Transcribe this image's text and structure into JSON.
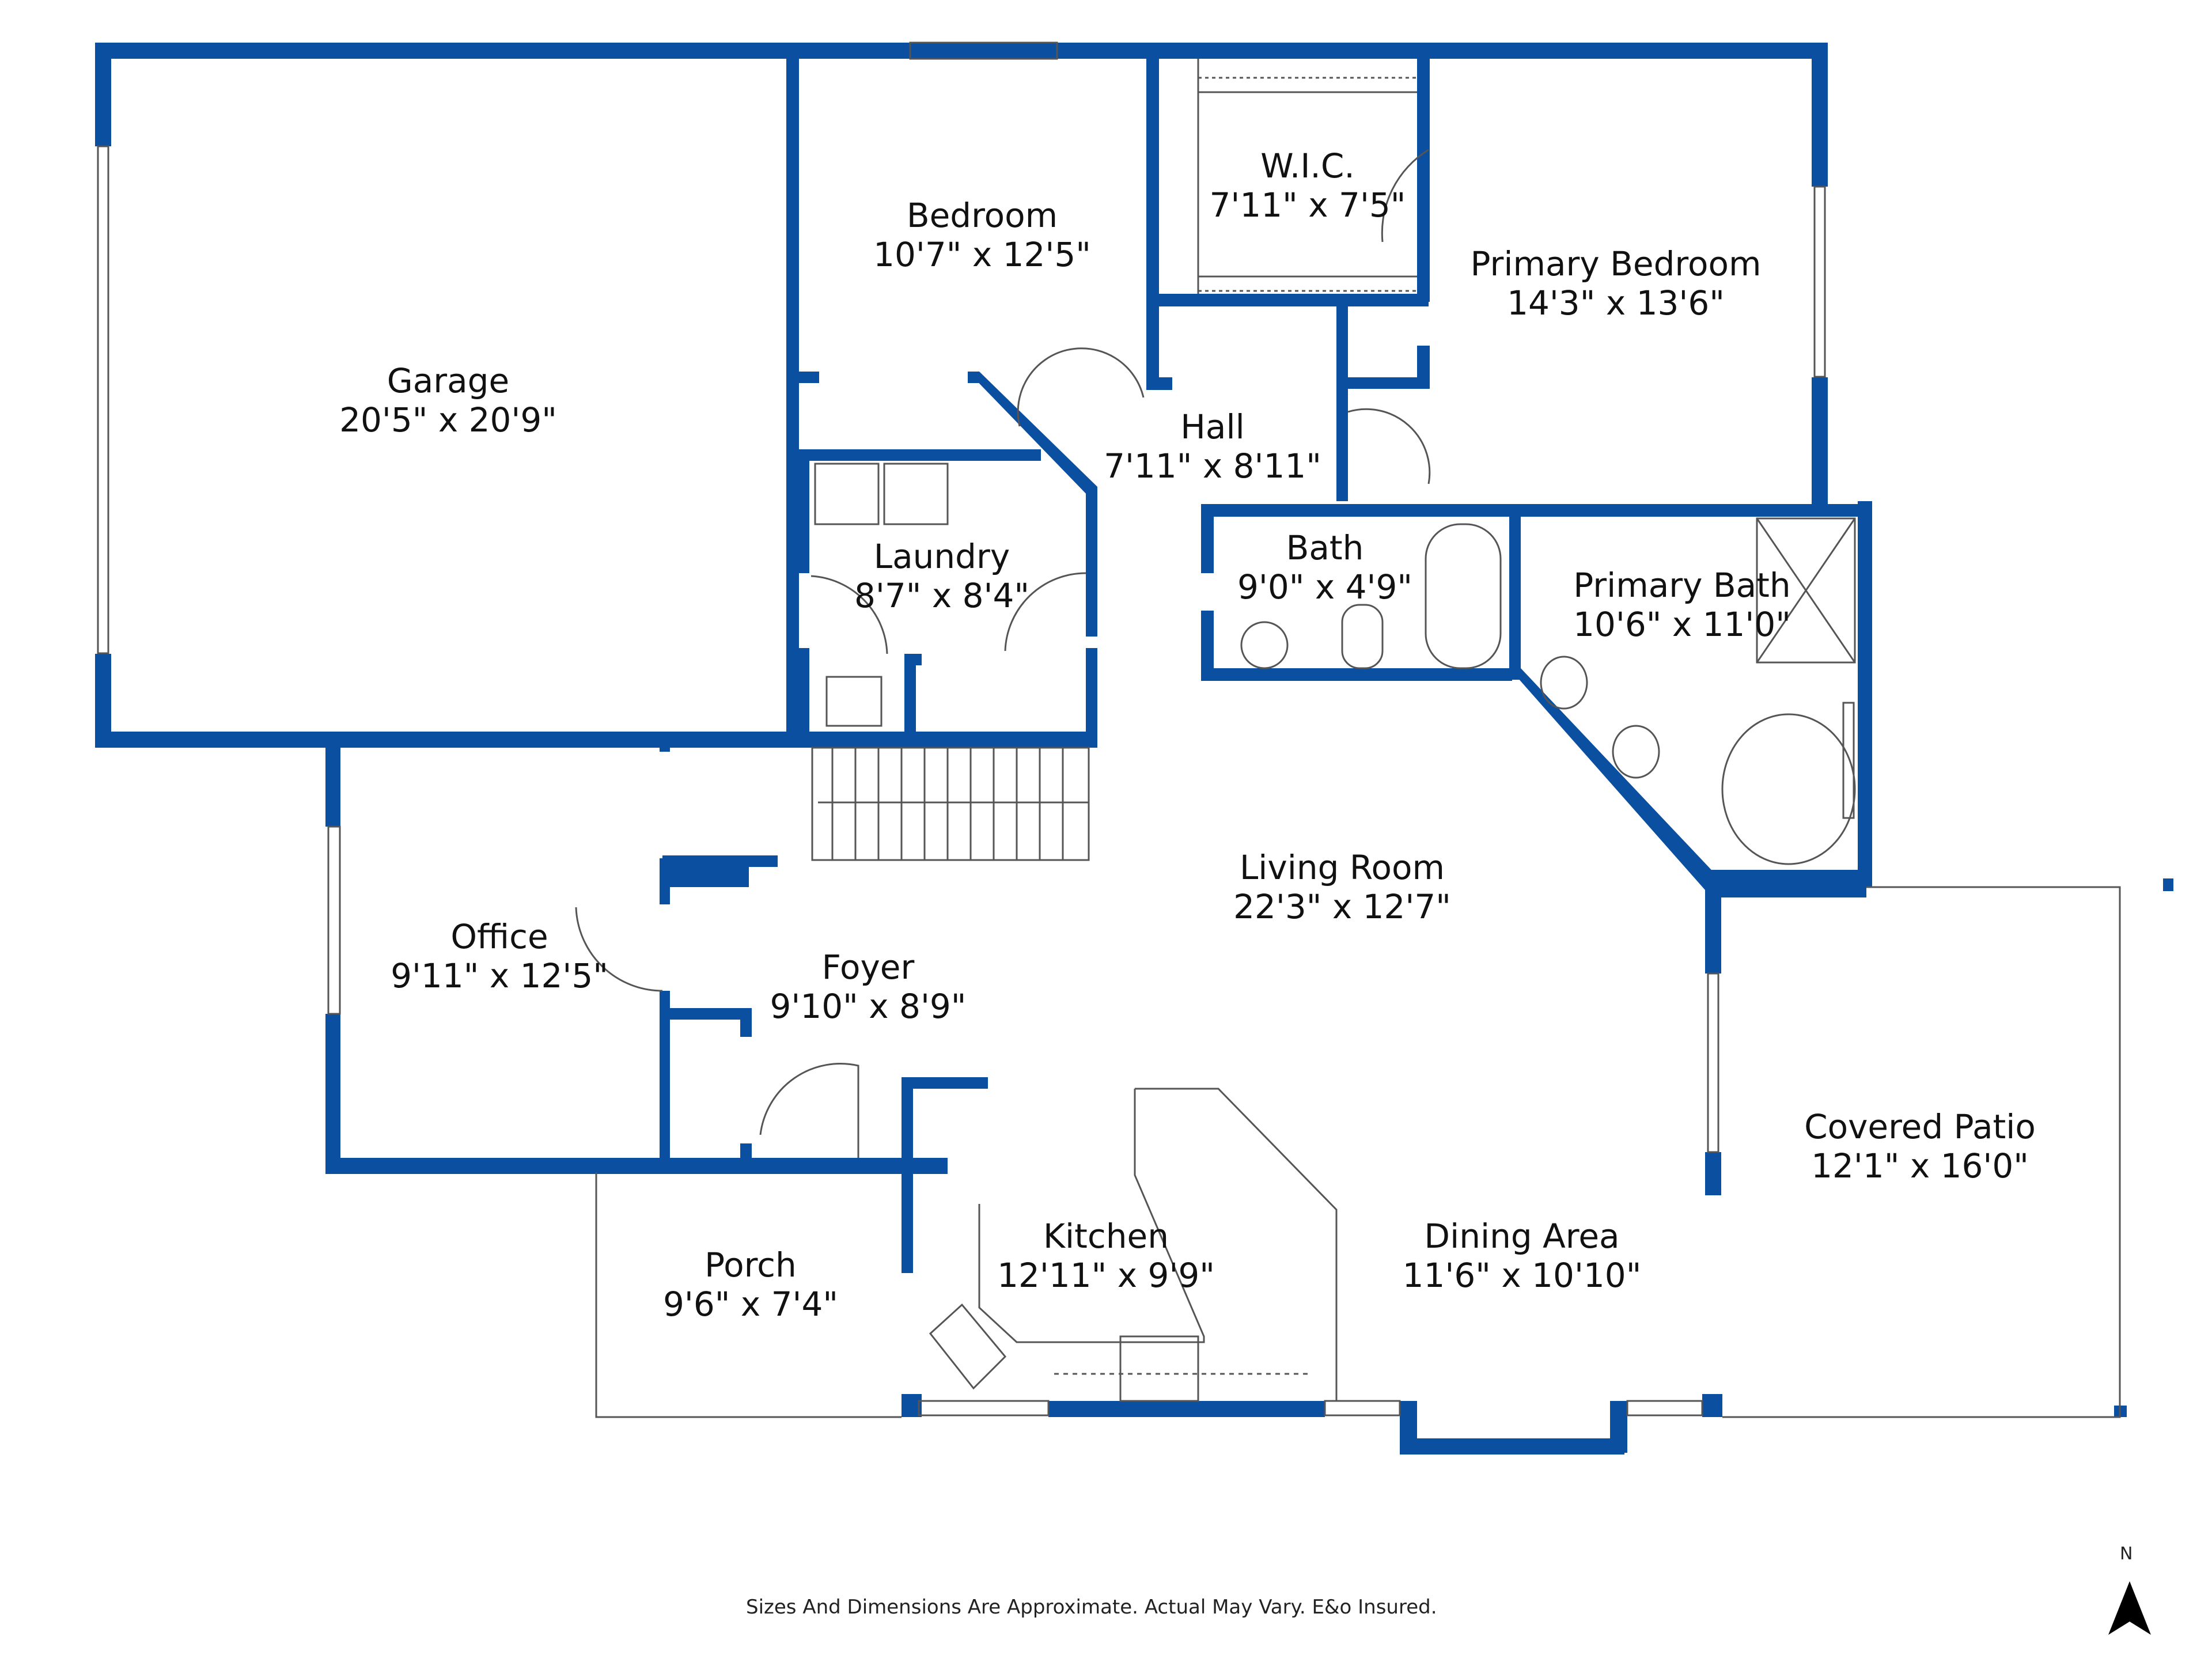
{
  "plan": {
    "wall_color": "#0a4fa0",
    "fixture_color": "#555555",
    "background": "#ffffff"
  },
  "rooms": {
    "garage": {
      "name": "Garage",
      "size": "20'5\" x 20'9\""
    },
    "bedroom": {
      "name": "Bedroom",
      "size": "10'7\" x 12'5\""
    },
    "wic": {
      "name": "W.I.C.",
      "size": "7'11\" x 7'5\""
    },
    "primary_bedroom": {
      "name": "Primary Bedroom",
      "size": "14'3\" x 13'6\""
    },
    "hall": {
      "name": "Hall",
      "size": "7'11\" x 8'11\""
    },
    "laundry": {
      "name": "Laundry",
      "size": "8'7\" x 8'4\""
    },
    "bath": {
      "name": "Bath",
      "size": "9'0\" x 4'9\""
    },
    "primary_bath": {
      "name": "Primary Bath",
      "size": "10'6\" x 11'0\""
    },
    "living_room": {
      "name": "Living Room",
      "size": "22'3\" x 12'7\""
    },
    "office": {
      "name": "Office",
      "size": "9'11\" x 12'5\""
    },
    "foyer": {
      "name": "Foyer",
      "size": "9'10\" x 8'9\""
    },
    "covered_patio": {
      "name": "Covered Patio",
      "size": "12'1\" x 16'0\""
    },
    "kitchen": {
      "name": "Kitchen",
      "size": "12'11\" x 9'9\""
    },
    "dining_area": {
      "name": "Dining Area",
      "size": "11'6\" x 10'10\""
    },
    "porch": {
      "name": "Porch",
      "size": "9'6\" x 7'4\""
    }
  },
  "footer": {
    "disclaimer": "Sizes And Dimensions Are Approximate. Actual May Vary. E&o Insured."
  },
  "compass": {
    "label": "N"
  }
}
